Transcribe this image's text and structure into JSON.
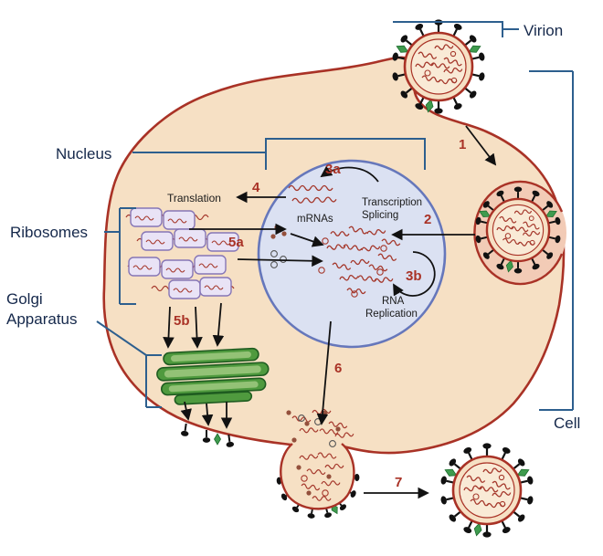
{
  "labels": {
    "virion": "Virion",
    "nucleus": "Nucleus",
    "ribosomes": "Ribosomes",
    "golgi_line1": "Golgi",
    "golgi_line2": "Apparatus",
    "cell": "Cell"
  },
  "annotations": {
    "translation": "Translation",
    "mrnas": "mRNAs",
    "transcription": "Transcription",
    "splicing": "Splicing",
    "rna": "RNA",
    "replication": "Replication"
  },
  "steps": {
    "step1": "1",
    "step2": "2",
    "step3a": "3a",
    "step3b": "3b",
    "step4": "4",
    "step5a": "5a",
    "step5b": "5b",
    "step6": "6",
    "step7": "7"
  },
  "colors": {
    "membrane": "#a93226",
    "cell_fill": "#f6e0c4",
    "endosome_fill": "#f2cbb6",
    "nucleus_fill": "#dbe1f2",
    "nucleus_stroke": "#6677bb",
    "ribosome_fill": "#e9e3f6",
    "ribosome_stroke": "#8676b6",
    "golgi_fill": "#4f9a3e",
    "golgi_stroke": "#1f5c20",
    "golgi_highlight": "#93c276",
    "rna": "#a5382c",
    "label_text": "#15284b",
    "step_text": "#a93226",
    "bracket": "#2d5f8e",
    "spike": "#111111",
    "green_spike": "#3f9b4e"
  }
}
